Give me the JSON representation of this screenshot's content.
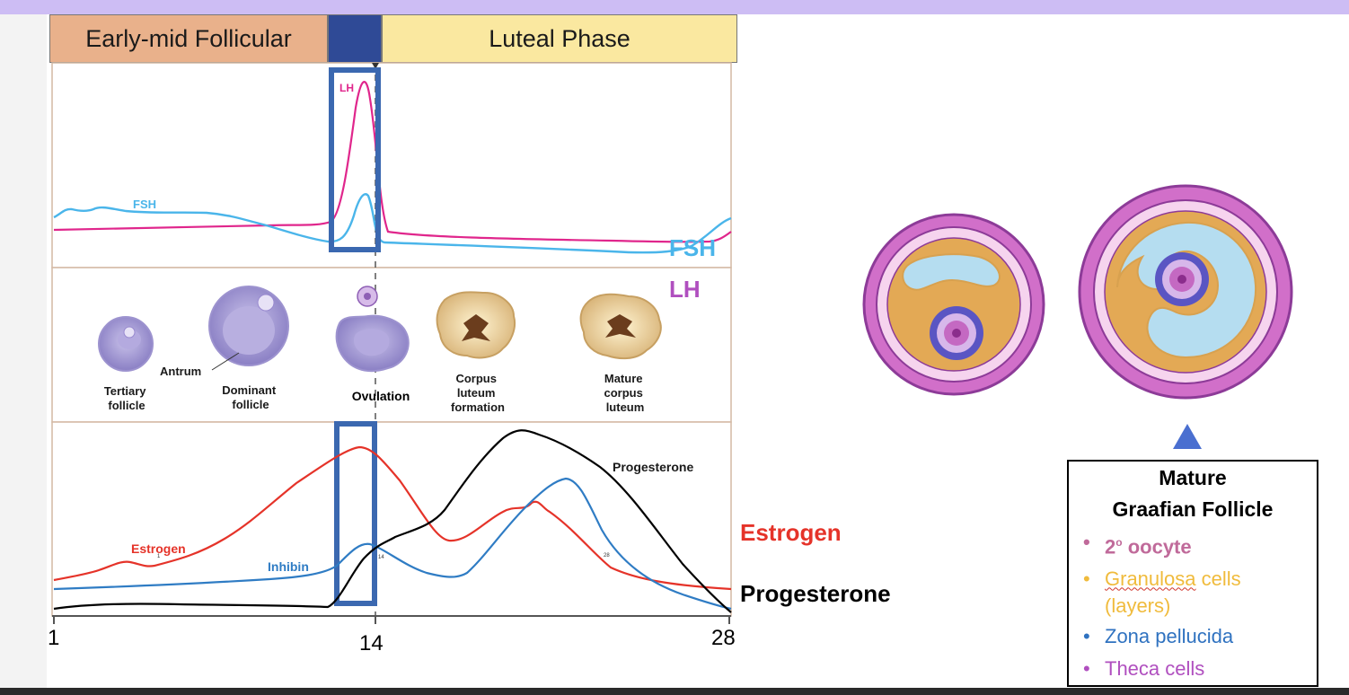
{
  "phases": {
    "follicular": "Early-mid Follicular",
    "ovulatory": "",
    "luteal": "Luteal Phase"
  },
  "hormones_top": {
    "lh_small": "LH",
    "fsh_small": "FSH",
    "fsh_big": "FSH",
    "lh_big": "LH"
  },
  "stages": {
    "tertiary": [
      "Tertiary",
      "follicle"
    ],
    "antrum": "Antrum",
    "dominant": [
      "Dominant",
      "follicle"
    ],
    "ovulation": "Ovulation",
    "corpus_formation": [
      "Corpus",
      "luteum",
      "formation"
    ],
    "mature_corpus": [
      "Mature",
      "corpus",
      "luteum"
    ]
  },
  "hormones_bottom": {
    "estrogen_small": "Estrogen",
    "inhibin": "Inhibin",
    "progesterone_small": "Progesterone",
    "estrogen_big": "Estrogen",
    "progesterone_big": "Progesterone",
    "tiny_1": "1",
    "tiny_14": "14",
    "tiny_28": "28"
  },
  "x_axis": {
    "ticks": [
      "1",
      "14",
      "28"
    ]
  },
  "graafian": {
    "title_line1": "Mature",
    "title_line2": "Graafian Follicle",
    "items": {
      "oocyte_main": "2",
      "oocyte_sup": "o",
      "oocyte_tail": " oocyte",
      "granulosa_word": "Granulosa",
      "granulosa_rest": " cells",
      "granulosa_cont": "(layers)",
      "zona": "Zona pellucida",
      "theca": "Theca cells"
    }
  },
  "colors": {
    "lh": "#e0268c",
    "fsh": "#4ab5ea",
    "estrogen": "#e53329",
    "inhibin": "#2f7cc4",
    "progesterone": "#000000",
    "highlight_box": "#3b68b0",
    "lh_big_label": "#b04fbf"
  },
  "icons": [
    "tertiary-follicle-icon",
    "dominant-follicle-icon",
    "ovulation-icon",
    "corpus-luteum-formation-icon",
    "mature-corpus-luteum-icon",
    "secondary-follicle-icon",
    "graafian-follicle-icon",
    "arrow-up-icon"
  ]
}
